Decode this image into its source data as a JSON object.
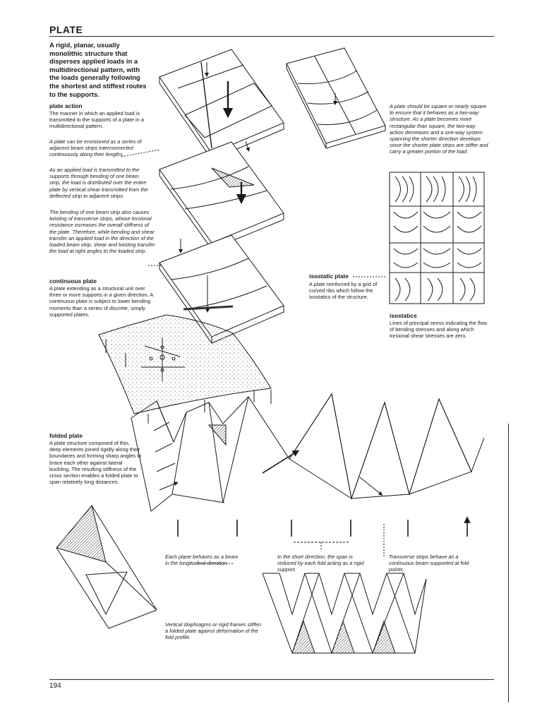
{
  "page": {
    "title": "PLATE",
    "page_number": "194"
  },
  "intro": {
    "text": "A rigid, planar, usually monolithic structure that disperses applied loads in a multidirectional pattern, with the loads generally following the shortest and stiffest routes to the supports."
  },
  "plate_action": {
    "heading": "plate action",
    "definition": "The manner in which an applied load is transmitted to the supports of a plate in a multidirectional pattern.",
    "note1": "A plate can be envisioned as a series of adjacent beam strips interconnected continuously along their lengths.",
    "note2": "As an applied load is transmitted to the supports through bending of one beam strip, the load is distributed over the entire plate by vertical shear transmitted from the deflected strip to adjacent strips.",
    "note3": "The bending of one beam strip also causes twisting of transverse strips, whose torsional resistance increases the overall stiffness of the plate. Therefore, while bending and shear transfer an applied load in the direction of the loaded beam strip, shear and twisting transfer the load at right angles to the loaded strip."
  },
  "square_note": {
    "text": "A plate should be square or nearly square to ensure that it behaves as a two-way structure. As a plate becomes more rectangular than square, the two-way action decreases and a one-way system spanning the shorter direction develops since the shorter plate strips are stiffer and carry a greater portion of the load."
  },
  "continuous_plate": {
    "heading": "continuous plate",
    "definition": "A plate extending as a structural unit over three or more supports in a given direction. A continuous plate is subject to lower bending moments than a series of discrete, simply supported plates."
  },
  "isostatic_plate": {
    "heading": "isostatic plate",
    "definition": "A plate reinforced by a grid of curved ribs which follow the isostatics of the structure."
  },
  "isostatics": {
    "heading": "isostatics",
    "definition": "Lines of principal stress indicating the flow of bending stresses and along which torsional shear stresses are zero."
  },
  "folded_plate": {
    "heading": "folded plate",
    "definition": "A plate structure composed of thin, deep elements joined rigidly along their boundaries and forming sharp angles to brace each other against lateral buckling. The resulting stiffness of the cross section enables a folded plate to span relatively long distances."
  },
  "captions": {
    "beam": "Each plane behaves as a beam in the longitudinal direction.",
    "short": "In the short direction, the span is reduced by each fold acting as a rigid support.",
    "transverse": "Transverse strips behave as a continuous beam supported at fold points.",
    "diaphragm": "Vertical diaphragms or rigid frames stiffen a folded plate against deformation of the fold profile."
  },
  "icons": [
    "load-arrow-icon",
    "support-arrow-icon",
    "leader-line-icon"
  ],
  "colors": {
    "ink": "#1a1a1a",
    "paper": "#ffffff",
    "hatch": "#555555"
  }
}
